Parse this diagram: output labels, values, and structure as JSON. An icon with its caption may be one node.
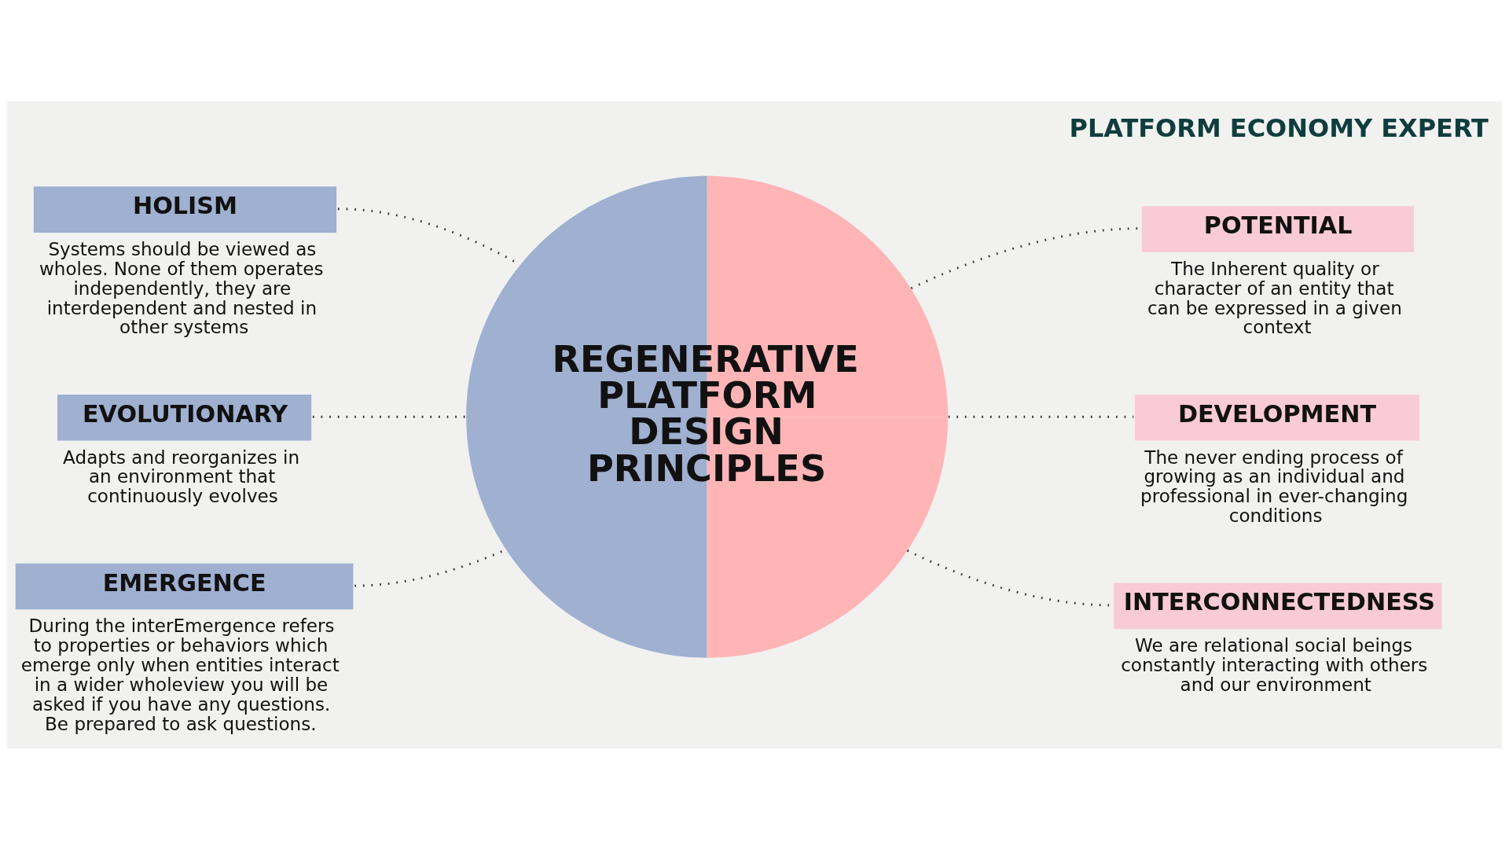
{
  "diagram": {
    "nodes": [
      {
        "text": [
          "REGENERATIVE PLATFORM DESIGN PRINCIPLES"
        ]
      },
      {
        "text": [
          "HOLISM"
        ],
        "beside": [
          "Systems should be viewed as wholes. None of them operates independently, they are interdependent and nested in other systems"
        ]
      },
      {
        "text": [
          "POTENTIAL"
        ],
        "beside": [
          "The Inherent quality or character of an entity that can be expressed in a given context"
        ]
      },
      {
        "text": [
          "EVOLUTIONARY"
        ],
        "beside": [
          "Adapts and reorganizes in an environment that continuously evolves"
        ]
      },
      {
        "text": [
          "DEVELOPMENT"
        ],
        "beside": [
          "The never ending process of growing as an individual and professional in ever-changing conditions"
        ]
      },
      {
        "text": [
          "EMERGENCE"
        ],
        "beside": [
          "During the interEmergence refers to properties or behaviors which emerge only when entities interact in a wider wholeview you will be asked if you have any questions. Be prepared to ask questions."
        ]
      },
      {
        "text": [
          "INTERCONNECTEDNESS"
        ],
        "beside": [
          "We are relational social beings constantly interacting with others and our environment"
        ]
      }
    ],
    "edges": [
      {
        "from": 1,
        "to": 0,
        "arrow": "none",
        "style": "dashed"
      },
      {
        "from": 0,
        "to": 2,
        "arrow": "none",
        "style": "dashed"
      },
      {
        "from": 3,
        "to": 0,
        "arrow": "none",
        "style": "dashed"
      },
      {
        "from": 0,
        "to": 4,
        "arrow": "none",
        "style": "dashed"
      },
      {
        "from": 5,
        "to": 0,
        "arrow": "none",
        "style": "dashed"
      },
      {
        "from": 0,
        "to": 6,
        "arrow": "none",
        "style": "dashed"
      }
    ],
    "labels": [
      "PLATFORM ECONOMY EXPERT"
    ]
  }
}
